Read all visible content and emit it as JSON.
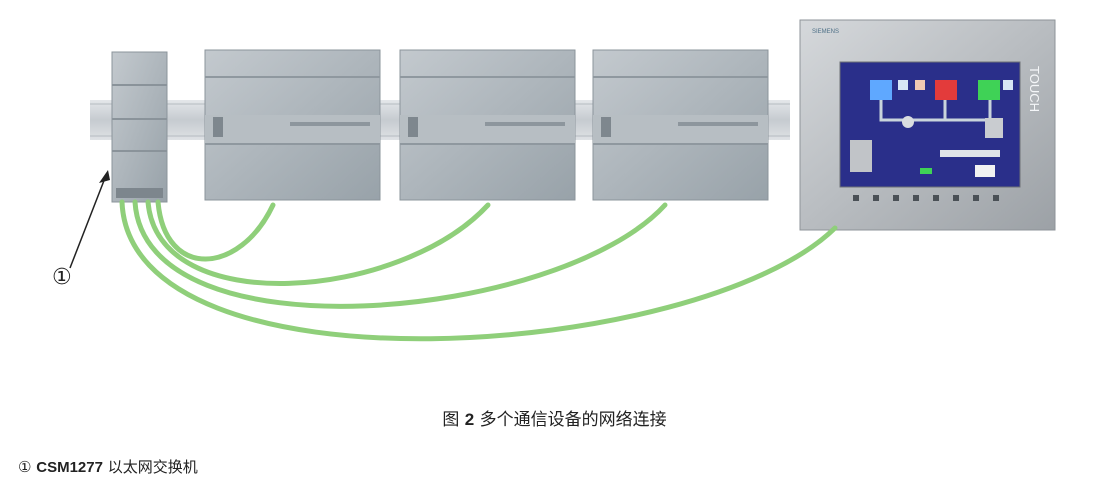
{
  "callout": {
    "marker": "①"
  },
  "hmi": {
    "brand": "SIEMENS",
    "side_text": "TOUCH"
  },
  "caption": {
    "figure_label": "图",
    "figure_number": "2",
    "text": "多个通信设备的网络连接"
  },
  "footnote": {
    "marker": "①",
    "model": "CSM1277",
    "description": "以太网交换机"
  },
  "colors": {
    "cable": "#8fcf7a",
    "rail": "#c9ced3",
    "module": "#a9b2b8",
    "hmi_frame": "#b8bcc0",
    "hmi_screen": "#2a2f8a"
  }
}
